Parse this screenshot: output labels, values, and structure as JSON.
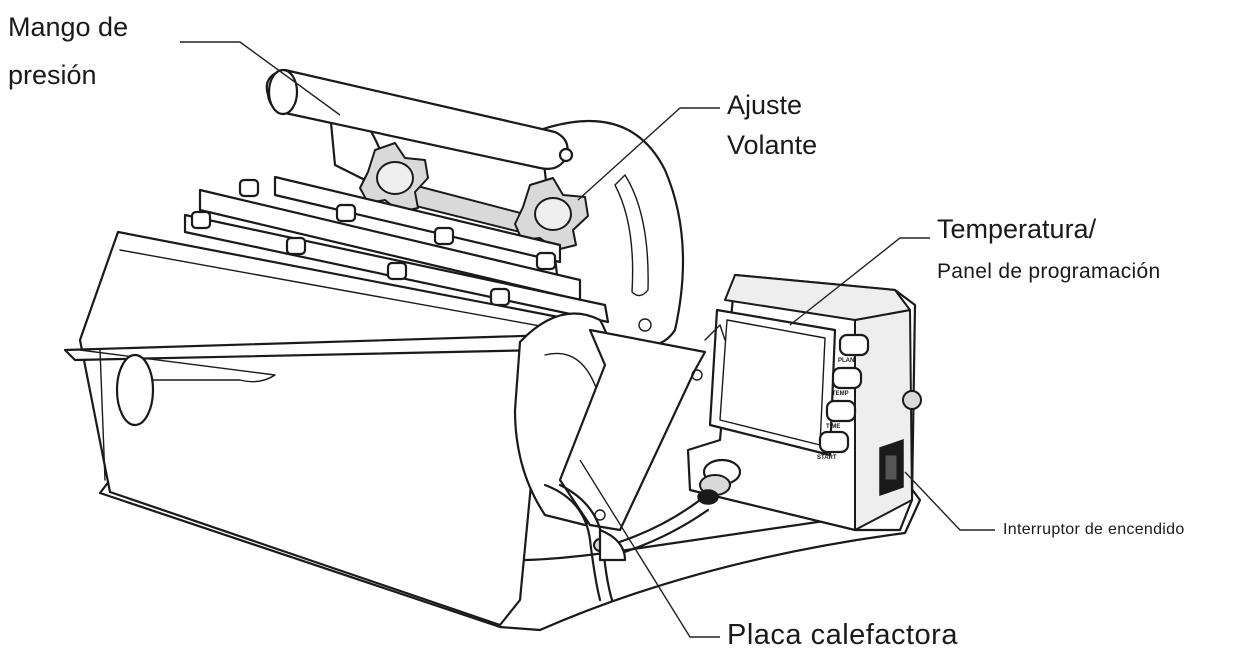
{
  "labels": {
    "pressure_handle": [
      "Mango de",
      "presión"
    ],
    "adjust_wheel": [
      "Ajuste",
      "Volante"
    ],
    "control_panel": [
      "Temperatura/",
      "Panel de programación"
    ],
    "power_switch": "Interruptor de encendido",
    "heating_plate": "Placa calefactora"
  },
  "panel_buttons": [
    "PLAN",
    "TEMP",
    "TIME",
    "START"
  ]
}
